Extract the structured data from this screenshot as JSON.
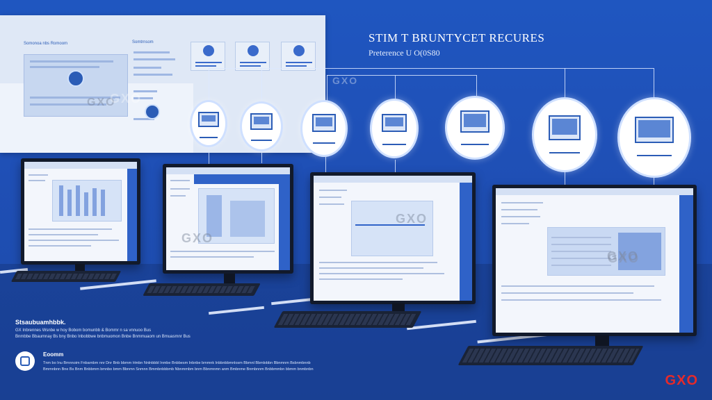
{
  "header": {
    "title": "STIM T BRUNTYCET RECURES",
    "subtitle": "Preterence U O(0S80"
  },
  "left_panel": {
    "title": "Somonoa nbs Romoom",
    "side_heading": "Somtrnsom",
    "doc_label": "GXO"
  },
  "bottom": {
    "title": "Stsaubuamhbbk.",
    "lines": [
      "GX Inbrennes Wsnbe w hoy Bobom bomunbb & Bommr n sa vnnuoo Bus",
      "Bnmbbe Bbaumnay Bs bny Bnbo Inbobbwe bnbmuomon Bnbe Bnmmuaom un Bmuasmnr Bus"
    ],
    "footer_title": "Eoomm",
    "footer_lines": [
      "Tnm bo Inu Bmnnoim Fnbarnbm nnr Dnr Bnb bbmm Hmbn Nnlnbbbl Inmbe Bnbbesm Inbnbe bmmnk Inbbnbbmnlosm Bbmnl Bbmlobbn Bbnmnm Bsbnmbnnb",
      "Bmmnbnn Bne Bs Bnm Bnbbmm bmnbo bmm Bbnmn Snmnn Bmmbnbbbmb Nbnmmbm bnm Bbnmnmn anm Bmbnme Bnmbnnm Bnbbmmbn bbmm bnmbnbn"
    ]
  },
  "watermarks": [
    "GXO",
    "GXO",
    "GXO",
    "GXO",
    "GXO",
    "GXO"
  ],
  "brand": "GXO",
  "colors": {
    "background": "#1f56c0",
    "accent": "#2b5cb6",
    "brand_red": "#e52a2a"
  }
}
